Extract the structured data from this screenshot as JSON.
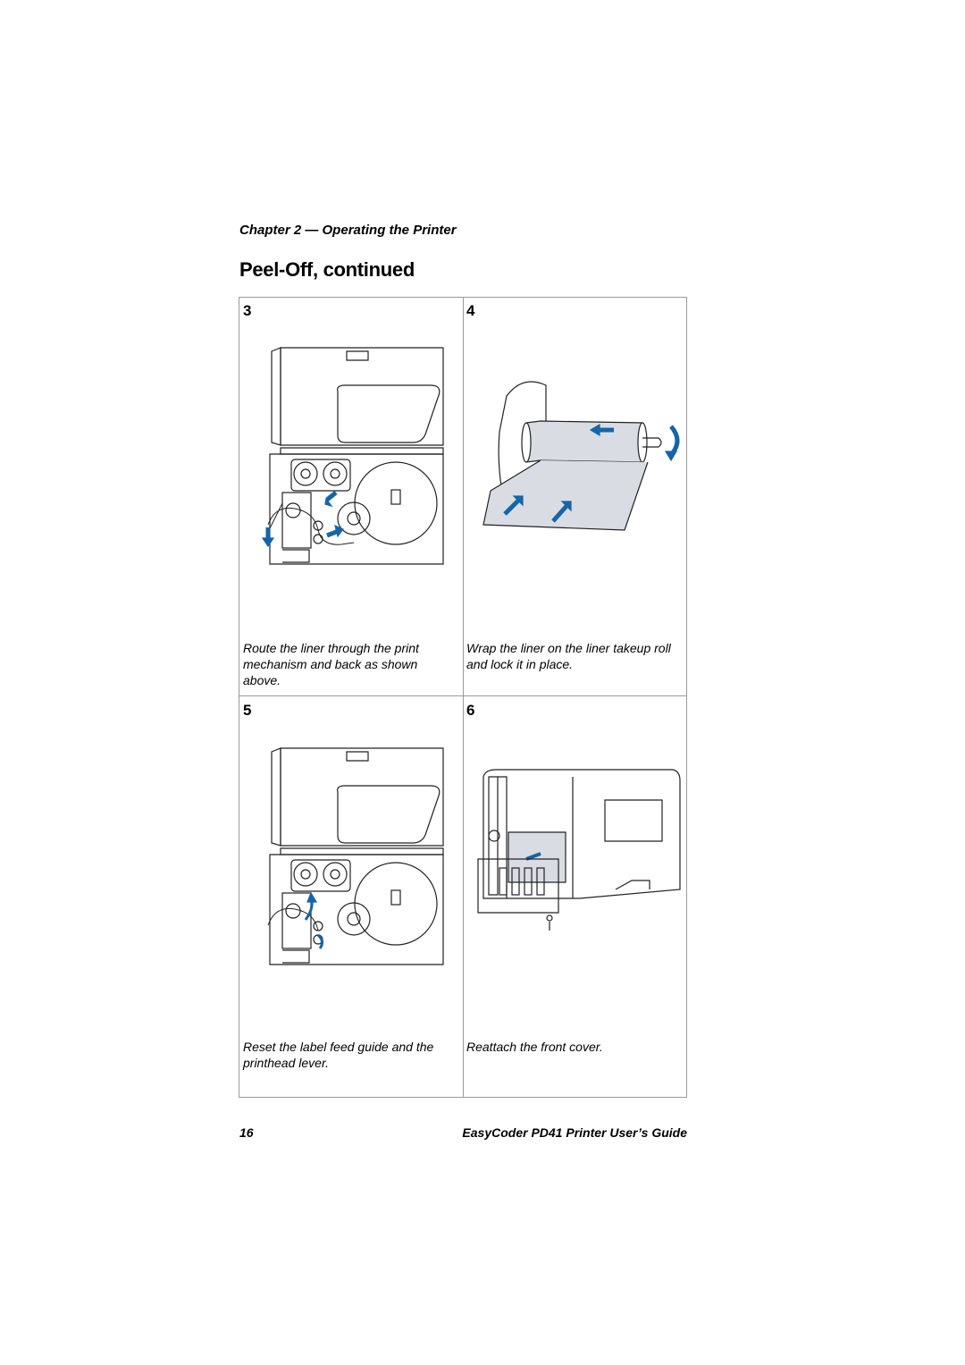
{
  "header": {
    "chapter": "Chapter 2 — Operating the Printer",
    "section_title": "Peel-Off, continued"
  },
  "steps": [
    {
      "number": "3",
      "caption": "Route the liner through the print mechanism and back as shown above.",
      "illustration": "printer-mechanism-liner-route"
    },
    {
      "number": "4",
      "caption": "Wrap the liner on the liner takeup roll and lock it in place.",
      "illustration": "liner-takeup-roll"
    },
    {
      "number": "5",
      "caption": "Reset the label feed guide and the printhead lever.",
      "illustration": "printer-mechanism-reset"
    },
    {
      "number": "6",
      "caption": "Reattach the front cover.",
      "illustration": "printer-front-cover"
    }
  ],
  "footer": {
    "page_number": "16",
    "guide_title": "EasyCoder PD41 Printer User’s Guide"
  },
  "colors": {
    "arrow": "#1565a8",
    "line": "#222222",
    "border": "#9a9a9a",
    "liner": "#d9dde3"
  }
}
